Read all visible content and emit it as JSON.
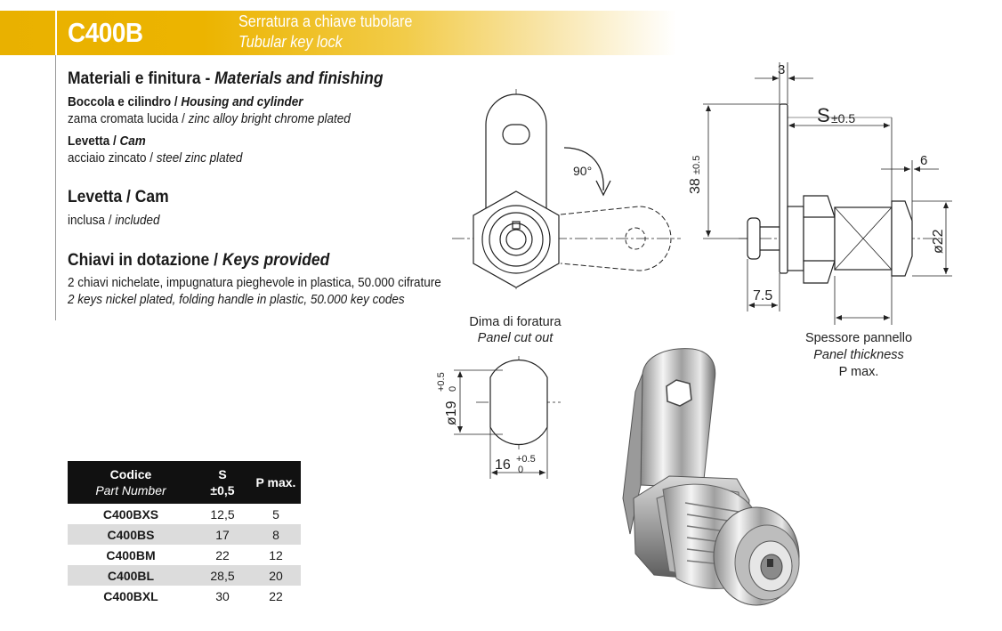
{
  "header": {
    "code": "C400B",
    "subtitle_it": "Serratura a chiave tubolare",
    "subtitle_en": "Tubular key lock"
  },
  "materials": {
    "title_it": "Materiali e finitura -",
    "title_en": "Materials and finishing",
    "housing_label_it": "Boccola e cilindro /",
    "housing_label_en": "Housing and cylinder",
    "housing_value_it": "zama cromata lucida /",
    "housing_value_en": "zinc alloy bright chrome plated",
    "cam_label_it": "Levetta /",
    "cam_label_en": "Cam",
    "cam_value_it": "acciaio zincato /",
    "cam_value_en": "steel zinc plated"
  },
  "cam_section": {
    "title": "Levetta / Cam",
    "value_it": "inclusa /",
    "value_en": "included"
  },
  "keys_section": {
    "title_it": "Chiavi in dotazione /",
    "title_en": "Keys provided",
    "line_it": "2 chiavi nichelate, impugnatura pieghevole in plastica, 50.000 cifrature",
    "line_en": "2 keys nickel plated, folding handle in plastic, 50.000 key codes"
  },
  "table": {
    "col_code_it": "Codice",
    "col_code_en": "Part Number",
    "col_s": "S",
    "col_s_tol": "±0,5",
    "col_p": "P max.",
    "rows": [
      {
        "code": "C400BXS",
        "s": "12,5",
        "p": "5"
      },
      {
        "code": "C400BS",
        "s": "17",
        "p": "8"
      },
      {
        "code": "C400BM",
        "s": "22",
        "p": "12"
      },
      {
        "code": "C400BL",
        "s": "28,5",
        "p": "20"
      },
      {
        "code": "C400BXL",
        "s": "30",
        "p": "22"
      }
    ]
  },
  "drawing": {
    "rotation": "90°",
    "dim_3": "3",
    "dim_s": "S",
    "dim_s_tol": "±0.5",
    "dim_38": "38",
    "dim_38_tol": "±0.5",
    "dim_6": "6",
    "dim_22": "ø22",
    "dim_7_5": "7.5",
    "cutout_label_it": "Dima di foratura",
    "cutout_label_en": "Panel cut out",
    "dim_19": "ø19",
    "dim_19_tol_up": "+0.5",
    "dim_19_tol_low": "0",
    "dim_16": "16",
    "dim_16_tol_up": "+0.5",
    "dim_16_tol_low": "0",
    "panel_label_it": "Spessore pannello",
    "panel_label_en": "Panel thickness",
    "panel_label_p": "P max."
  },
  "colors": {
    "accent": "#ecb400",
    "table_header": "#111111",
    "table_stripe": "#dcdcdc"
  }
}
